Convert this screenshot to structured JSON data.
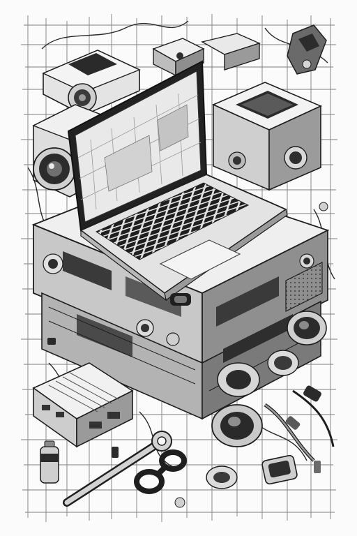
{
  "illustration": {
    "style": "isometric ink sketch",
    "palette": {
      "background": "#fbfbfb",
      "ink": "#1e1e1e",
      "dark": "#3a3a3a",
      "mid": "#8a8a8a",
      "light": "#d9d9d9",
      "paper": "#f1f1f1"
    },
    "objects": [
      "blueprint-grid",
      "laptop",
      "equipment-stack",
      "camera",
      "monitor-box",
      "speaker",
      "drone-controller",
      "router-box",
      "lens",
      "wrench",
      "cable",
      "battery",
      "connector"
    ]
  }
}
